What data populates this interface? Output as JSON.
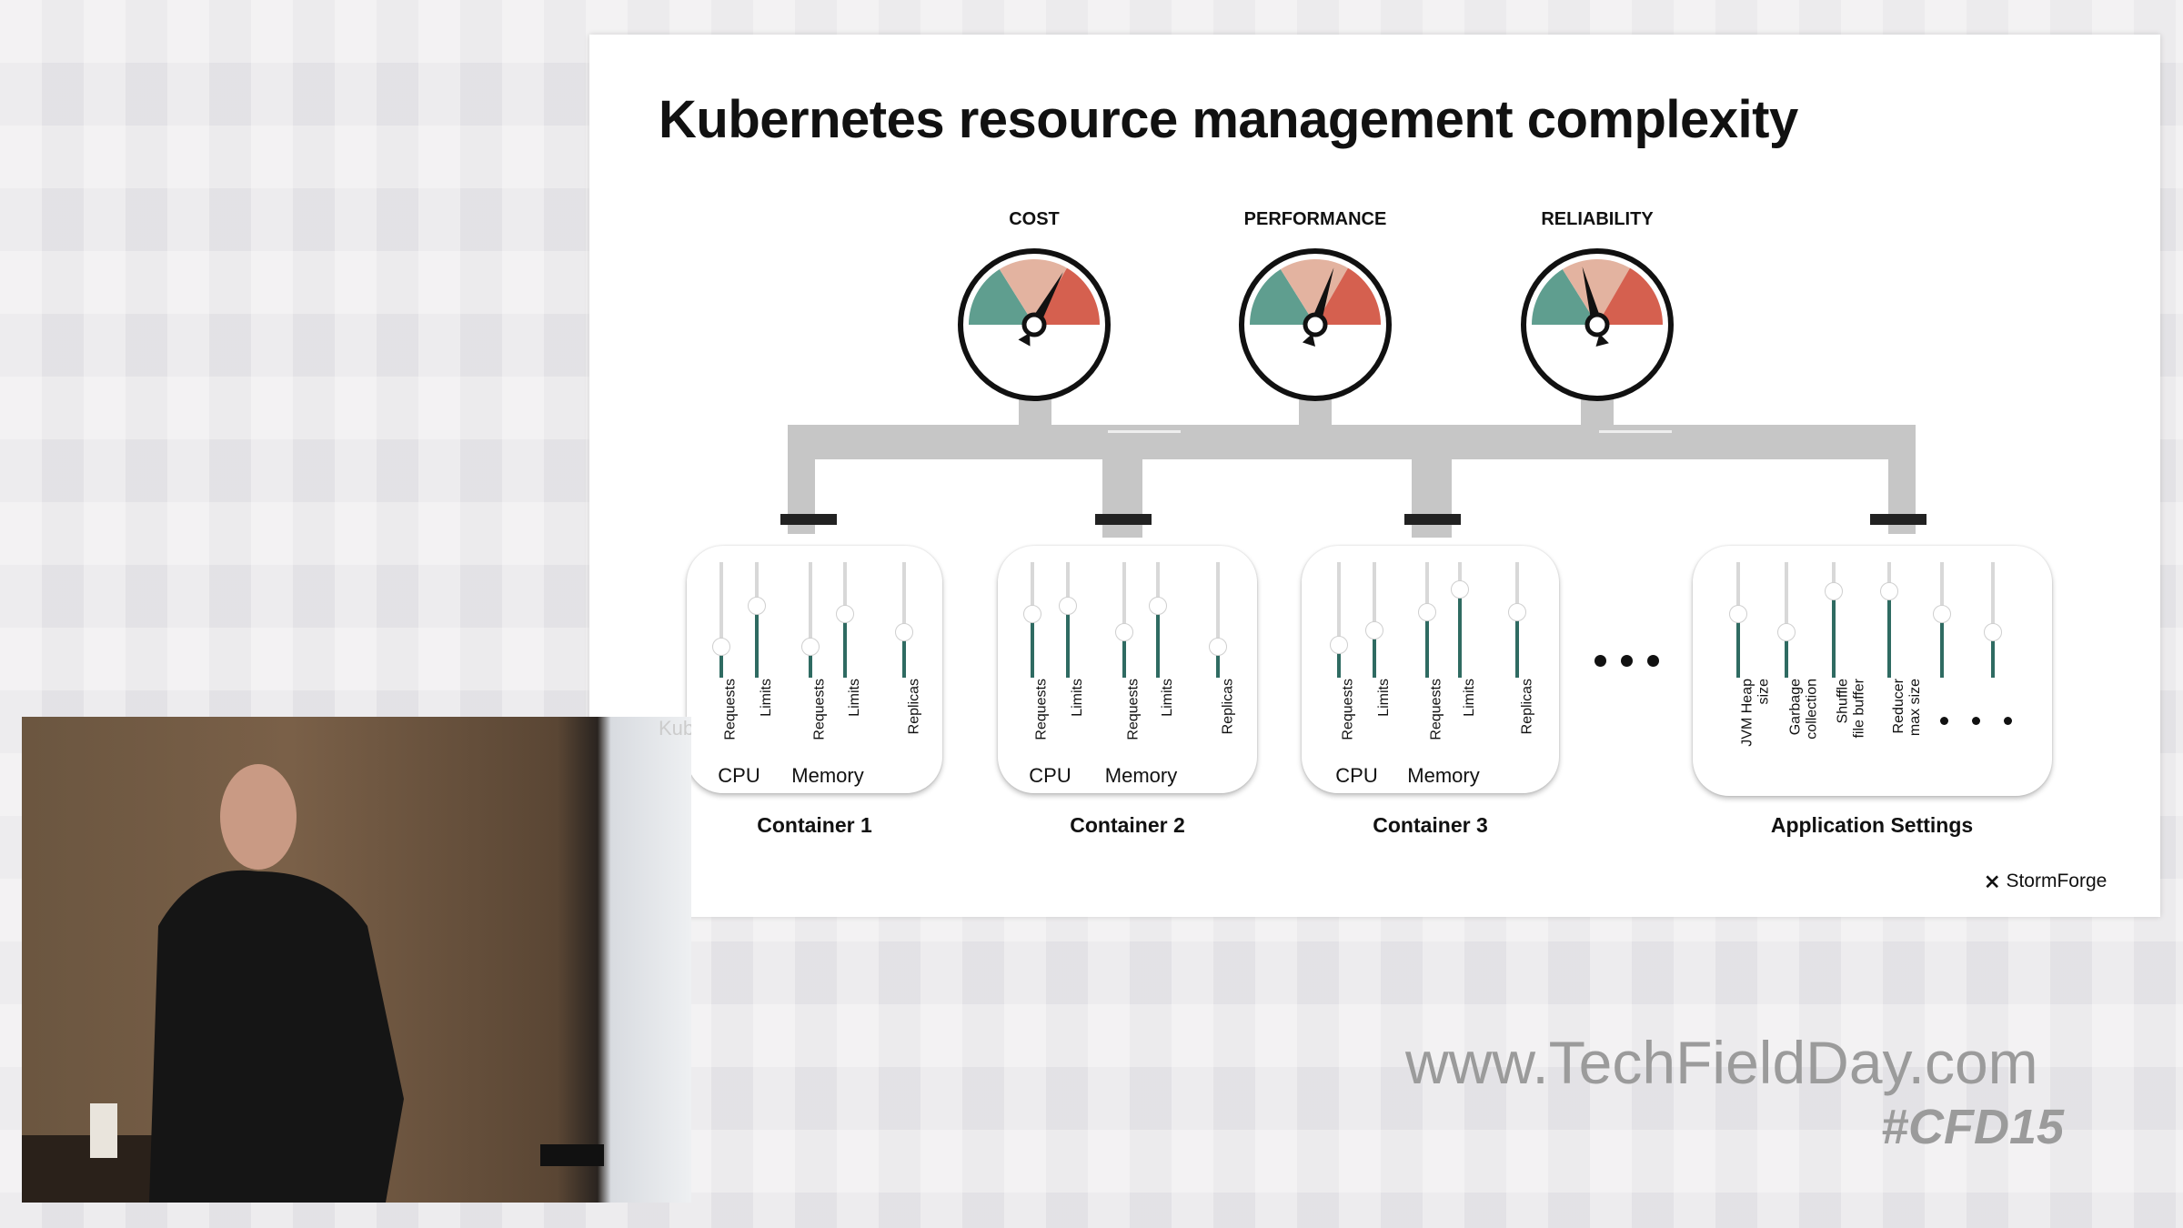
{
  "slide": {
    "title": "Kubernetes resource management complexity",
    "partial_text": "Kub",
    "gauges": [
      {
        "label": "COST",
        "needle": 0.66
      },
      {
        "label": "PERFORMANCE",
        "needle": 0.6
      },
      {
        "label": "RELIABILITY",
        "needle": 0.42
      }
    ],
    "gauge_colors": {
      "green": "#5f9e8f",
      "peach": "#e3b3a0",
      "red": "#d5604f"
    },
    "containers": [
      {
        "name": "Container 1",
        "groups": [
          "CPU",
          "Memory"
        ],
        "sliders": [
          {
            "label": "Requests",
            "value": 0.27
          },
          {
            "label": "Limits",
            "value": 0.62
          },
          {
            "label": "Requests",
            "value": 0.27
          },
          {
            "label": "Limits",
            "value": 0.55
          },
          {
            "label": "Replicas",
            "value": 0.39
          }
        ]
      },
      {
        "name": "Container 2",
        "groups": [
          "CPU",
          "Memory"
        ],
        "sliders": [
          {
            "label": "Requests",
            "value": 0.55
          },
          {
            "label": "Limits",
            "value": 0.62
          },
          {
            "label": "Requests",
            "value": 0.39
          },
          {
            "label": "Limits",
            "value": 0.62
          },
          {
            "label": "Replicas",
            "value": 0.27
          }
        ]
      },
      {
        "name": "Container 3",
        "groups": [
          "CPU",
          "Memory"
        ],
        "sliders": [
          {
            "label": "Requests",
            "value": 0.28
          },
          {
            "label": "Limits",
            "value": 0.41
          },
          {
            "label": "Requests",
            "value": 0.57
          },
          {
            "label": "Limits",
            "value": 0.76
          },
          {
            "label": "Replicas",
            "value": 0.57
          }
        ]
      }
    ],
    "app": {
      "name": "Application Settings",
      "sliders": [
        {
          "label": "JVM Heap\nsize",
          "value": 0.55
        },
        {
          "label": "Garbage\ncollection",
          "value": 0.39
        },
        {
          "label": "Shuffle\nfile buffer",
          "value": 0.75
        },
        {
          "label": "Reducer\nmax size",
          "value": 0.75
        },
        {
          "label": "",
          "value": 0.55
        },
        {
          "label": "",
          "value": 0.39
        }
      ]
    },
    "brand": "StormForge",
    "fill_color": "#2f6b62"
  },
  "watermark": {
    "url": "www.TechFieldDay.com",
    "hashtag": "#CFD15"
  }
}
